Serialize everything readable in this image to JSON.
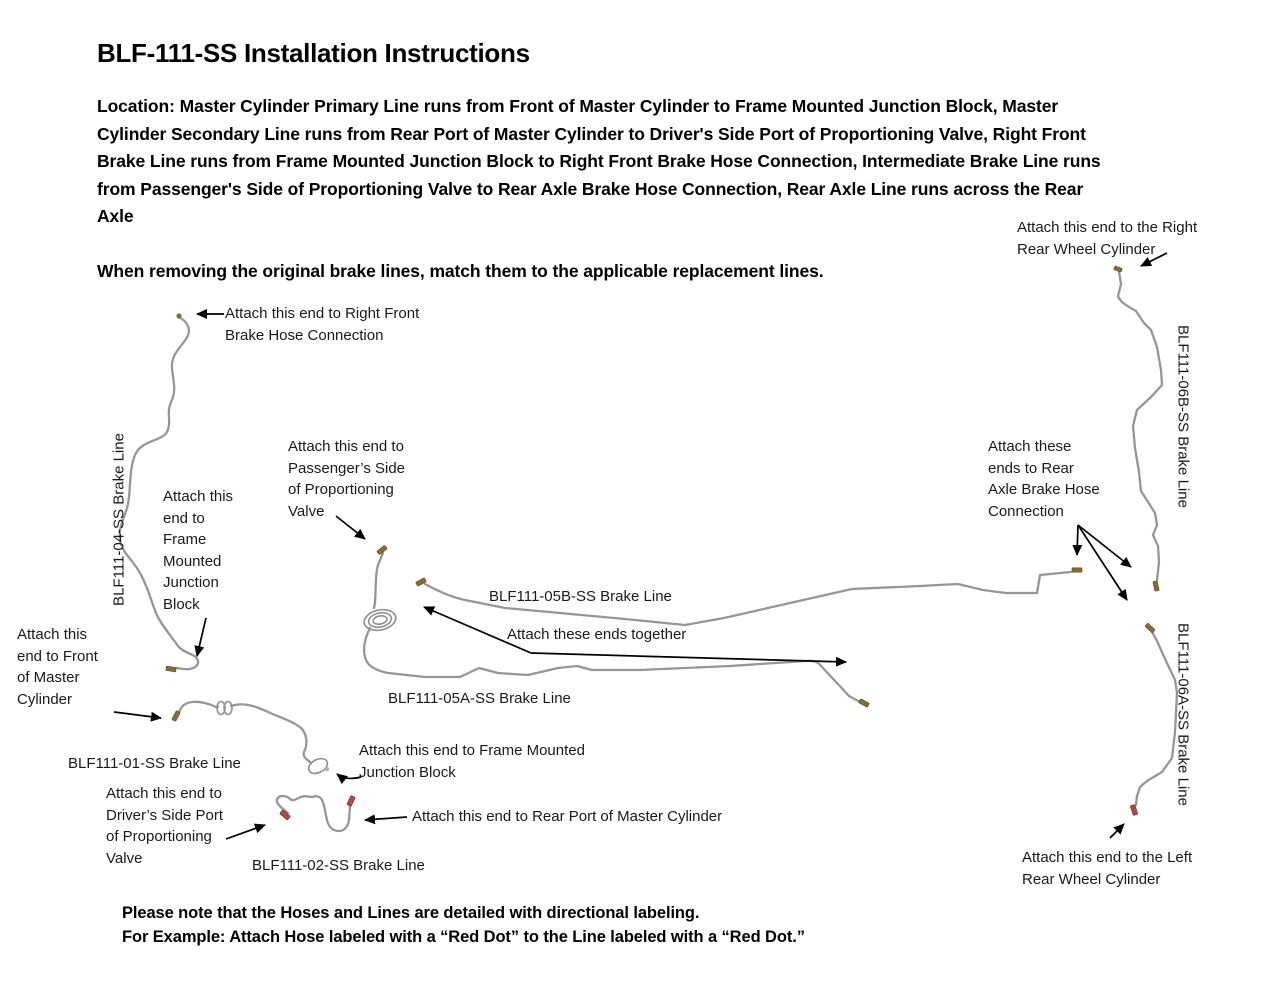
{
  "page": {
    "title": "BLF-111-SS Installation Instructions",
    "location_paragraph": "Location: Master Cylinder Primary Line runs from Front of Master Cylinder to Frame Mounted Junction Block, Master\nCylinder Secondary Line runs from Rear Port of Master Cylinder to Driver's Side Port of Proportioning Valve, Right Front\nBrake Line runs from Frame Mounted Junction Block to Right Front Brake Hose Connection, Intermediate Brake Line runs\nfrom Passenger's Side of Proportioning Valve to Rear Axle Brake Hose Connection, Rear Axle Line runs across the Rear\nAxle",
    "match_note": "When removing the original brake lines, match them to the applicable replacement lines.",
    "footer_note": "Please note that the Hoses and Lines are detailed with directional labeling.\nFor Example: Attach Hose labeled with a “Red Dot” to the Line labeled with a “Red Dot.”"
  },
  "diagram": {
    "line_labels": {
      "blf111_01": "BLF111-01-SS Brake Line",
      "blf111_02": "BLF111-02-SS Brake Line",
      "blf111_04": "BLF111-04-SS Brake Line",
      "blf111_05a": "BLF111-05A-SS Brake Line",
      "blf111_05b": "BLF111-05B-SS Brake Line",
      "blf111_06a": "BLF111-06A-SS Brake Line",
      "blf111_06b": "BLF111-06B-SS Brake Line"
    },
    "callouts": {
      "right_front_hose": "Attach this end to Right Front\nBrake Hose Connection",
      "frame_junction_left": "Attach this\nend to\nFrame\nMounted\nJunction\nBlock",
      "passenger_prop_valve": "Attach this end to\nPassenger’s Side\nof Proportioning\nValve",
      "front_master_cyl": "Attach this\nend to Front\nof Master\nCylinder",
      "ends_together": "Attach these ends together",
      "frame_junction_bottom": "Attach this end to Frame Mounted\nJunction Block",
      "driver_prop_valve": "Attach this end to\nDriver’s Side Port\nof Proportioning\nValve",
      "rear_port_master_cyl": "Attach this end to Rear Port of Master Cylinder",
      "right_rear_wheel": "Attach this end to the Right\nRear Wheel Cylinder",
      "rear_axle_hose": "Attach these\nends to Rear\nAxle Brake Hose\nConnection",
      "left_rear_wheel": "Attach this end to the Left\nRear Wheel Cylinder"
    },
    "colors": {
      "brake_line": "#969696",
      "fitting_brass": "#8a6b33",
      "fitting_red": "#b04a42",
      "arrow": "#000000"
    }
  }
}
